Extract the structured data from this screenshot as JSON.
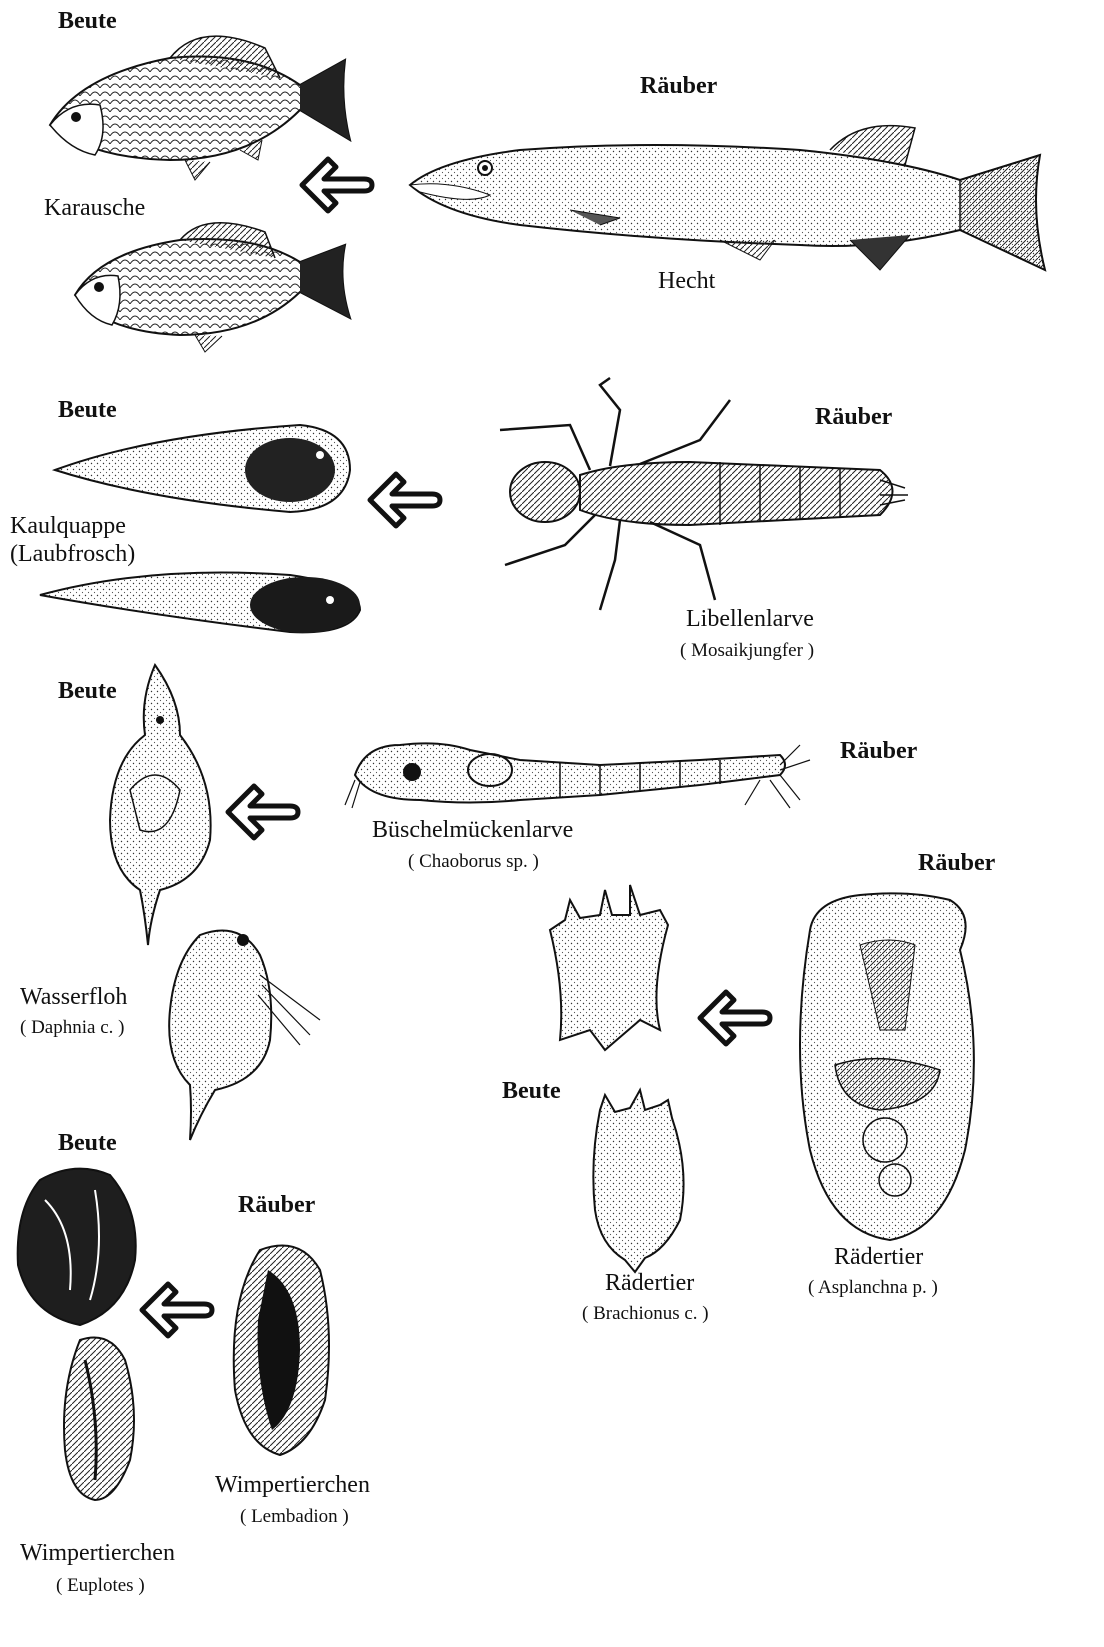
{
  "sections": [
    {
      "prey_heading": "Beute",
      "prey_name": "Karausche",
      "predator_heading": "Räuber",
      "predator_name": "Hecht"
    },
    {
      "prey_heading": "Beute",
      "prey_name_line1": "Kaulquappe",
      "prey_name_line2": "(Laubfrosch)",
      "predator_heading": "Räuber",
      "predator_name": "Libellenlarve",
      "predator_latin": "( Mosaikjungfer )"
    },
    {
      "prey_heading": "Beute",
      "prey_name": "Wasserfloh",
      "prey_latin": "( Daphnia c. )",
      "predator_heading": "Räuber",
      "predator_name": "Büschelmückenlarve",
      "predator_latin": "( Chaoborus sp. )"
    },
    {
      "prey_heading": "Beute",
      "prey_name": "Rädertier",
      "prey_latin": "( Brachionus c. )",
      "predator_heading": "Räuber",
      "predator_name": "Rädertier",
      "predator_latin": "( Asplanchna p. )"
    },
    {
      "prey_heading": "Beute",
      "prey_name": "Wimpertierchen",
      "prey_latin": "( Euplotes )",
      "predator_heading": "Räuber",
      "predator_name": "Wimpertierchen",
      "predator_latin": "( Lembadion )"
    }
  ],
  "colors": {
    "ink": "#111111",
    "paper": "#ffffff"
  }
}
